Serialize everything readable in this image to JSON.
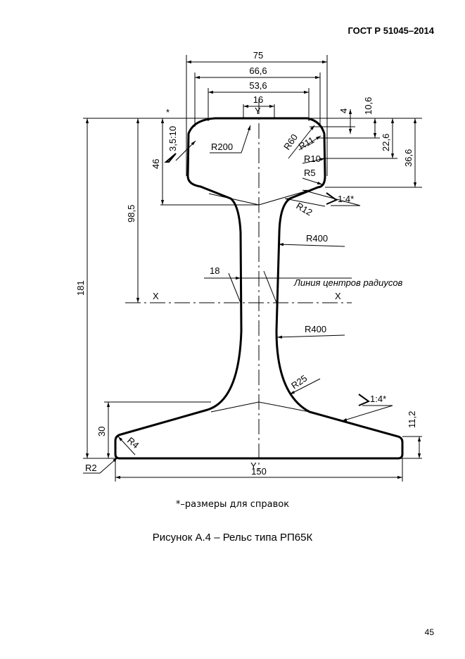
{
  "header": {
    "standard": "ГОСТ Р 51045–2014"
  },
  "dimensions": {
    "head_width": "75",
    "width_66": "66,6",
    "width_53": "53,6",
    "top_width": "16",
    "axis_y_top": "Y",
    "axis_y_bottom": "Y",
    "slope_side": "3,5:10",
    "star": "*",
    "r200": "R200",
    "r60": "R60",
    "r11": "R11",
    "r10": "R10",
    "r5": "R5",
    "r12": "R12",
    "v4": "4",
    "v10_6": "10,6",
    "v22_6": "22,6",
    "v36_6": "36,6",
    "v46": "46",
    "v98_5": "98,5",
    "v181": "181",
    "slope_head": "1:4*",
    "r400_top": "R400",
    "web_width": "18",
    "centers_line": "Линия центров радиусов",
    "axis_x_left": "X",
    "axis_x_right": "X",
    "r400_bottom": "R400",
    "r25": "R25",
    "slope_foot": "1:4*",
    "v30": "30",
    "v11_2": "11,2",
    "r4": "R4",
    "r2": "R2",
    "base_width": "150"
  },
  "footnote": "*–размеры для справок",
  "caption": "Рисунок А.4 – Рельс типа РП65К",
  "page_number": "45"
}
